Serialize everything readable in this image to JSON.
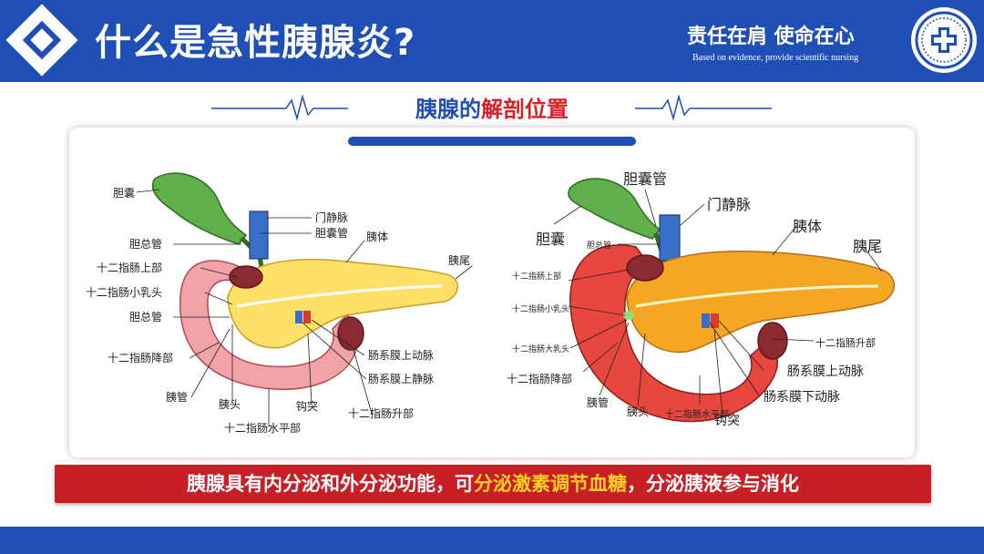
{
  "header": {
    "title": "什么是急性胰腺炎?",
    "slogan": "责任在肩  使命在心",
    "slogan_en": "Based on evidence, provide scientific nursing"
  },
  "subtitle": {
    "part1": "胰腺的",
    "part2": "解剖位置"
  },
  "left_diagram": {
    "labels": [
      "胆囊",
      "门静脉",
      "胆囊管",
      "胆总管",
      "胰体",
      "胰尾",
      "十二指肠上部",
      "十二指肠小乳头",
      "胆总管",
      "十二指肠降部",
      "肠系膜上动脉",
      "肠系膜上静脉",
      "胰管",
      "胰头",
      "钩突",
      "十二指肠升部",
      "十二指肠水平部"
    ]
  },
  "right_diagram": {
    "labels": [
      "胆囊管",
      "门静脉",
      "胰体",
      "胰尾",
      "胆囊",
      "胆总管",
      "十二指肠上部",
      "十二指肠小乳头",
      "十二指肠大乳头",
      "十二指肠降部",
      "十二指肠升部",
      "肠系膜上动脉",
      "肠系膜下动脉",
      "胰管",
      "胰头",
      "十二指肠水平部",
      "钩突"
    ]
  },
  "banner": {
    "part1": "胰腺具有内分泌和外分泌功能，可",
    "part2": "分泌激素调节血糖",
    "part3": "，分泌胰液参与消化"
  },
  "colors": {
    "primary_blue": "#1f4fb4",
    "accent_red": "#d91f26",
    "banner_red": "#c81f26",
    "highlight_yellow": "#ffd021"
  },
  "icons": {
    "header_logo": "diamond-logo-icon",
    "badge": "medical-cross-badge-icon"
  }
}
